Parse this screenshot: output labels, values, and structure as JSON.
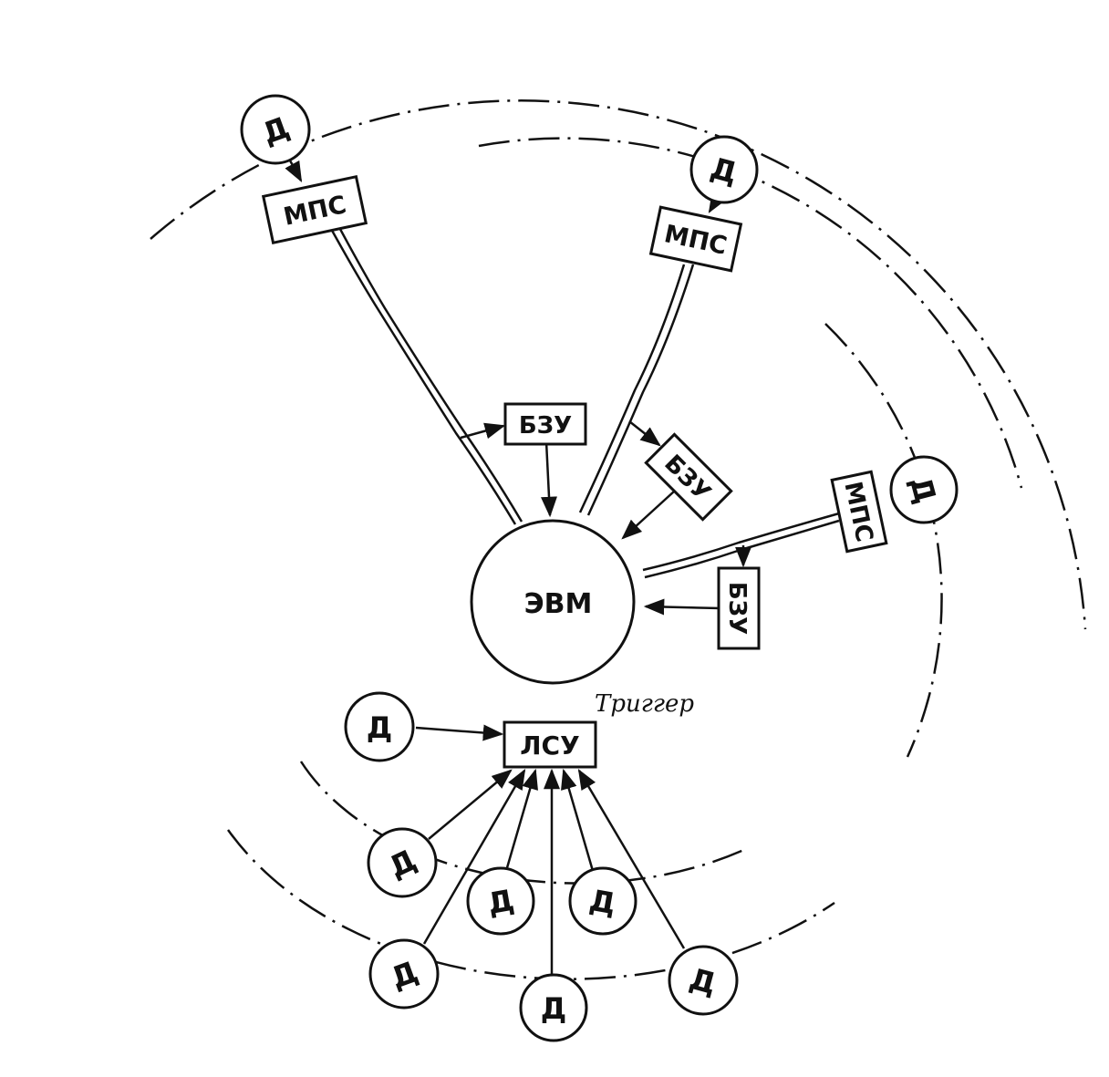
{
  "diagram": {
    "center_label": "ЭВМ",
    "trigger_label": "Триггер",
    "lsu_label": "ЛСУ",
    "mps_label": "МПС",
    "bzu_label": "БЗУ",
    "detector_label": "Д",
    "colors": {
      "ink": "#111111",
      "paper": "#ffffff"
    }
  }
}
